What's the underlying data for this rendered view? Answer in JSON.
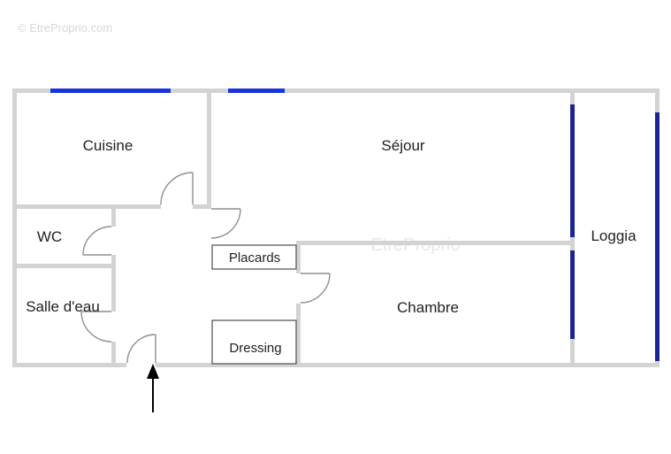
{
  "watermark": {
    "top_left": "© EtreProprio.com",
    "center": "EtreProprio"
  },
  "plan": {
    "rooms": {
      "cuisine": {
        "label": "Cuisine"
      },
      "sejour": {
        "label": "Séjour"
      },
      "wc": {
        "label": "WC"
      },
      "salle_deau": {
        "label": "Salle d'eau"
      },
      "placards": {
        "label": "Placards"
      },
      "dressing": {
        "label": "Dressing"
      },
      "chambre": {
        "label": "Chambre"
      },
      "loggia": {
        "label": "Loggia"
      }
    },
    "colors": {
      "wall": "#d3d3d3",
      "window_top": "#1734dd",
      "window_side": "#1b2494",
      "door": "#8f8f8f",
      "closet_outline": "#4d4d4d",
      "label_text": "#1f1f1f",
      "watermark_text": "#d8d8d8",
      "arrow": "#000000"
    }
  }
}
